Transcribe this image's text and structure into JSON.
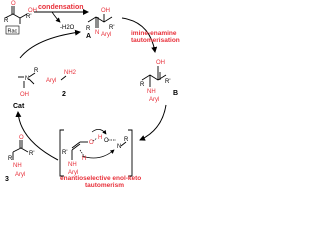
{
  "steps": {
    "condensation": "condensation",
    "tautomerisation": "imine-enamine\ntautomerisation",
    "enol_keto": "enantioselective enol-keto\ntautomerism"
  },
  "elimination": "-H2O",
  "labels": {
    "rac": "Rac",
    "cat": "Cat",
    "compound_2": "2",
    "compound_3": "3",
    "compound_A": "A",
    "compound_B": "B"
  },
  "atoms": {
    "O": "O",
    "OH": "OH",
    "N": "N",
    "NH": "NH",
    "NH2": "NH2",
    "H": "H",
    "R": "R",
    "R_prime": "R'",
    "Aryl": "Aryl"
  },
  "colors": {
    "black": "#000000",
    "red": "#e8303a",
    "arrow": "#000000"
  }
}
